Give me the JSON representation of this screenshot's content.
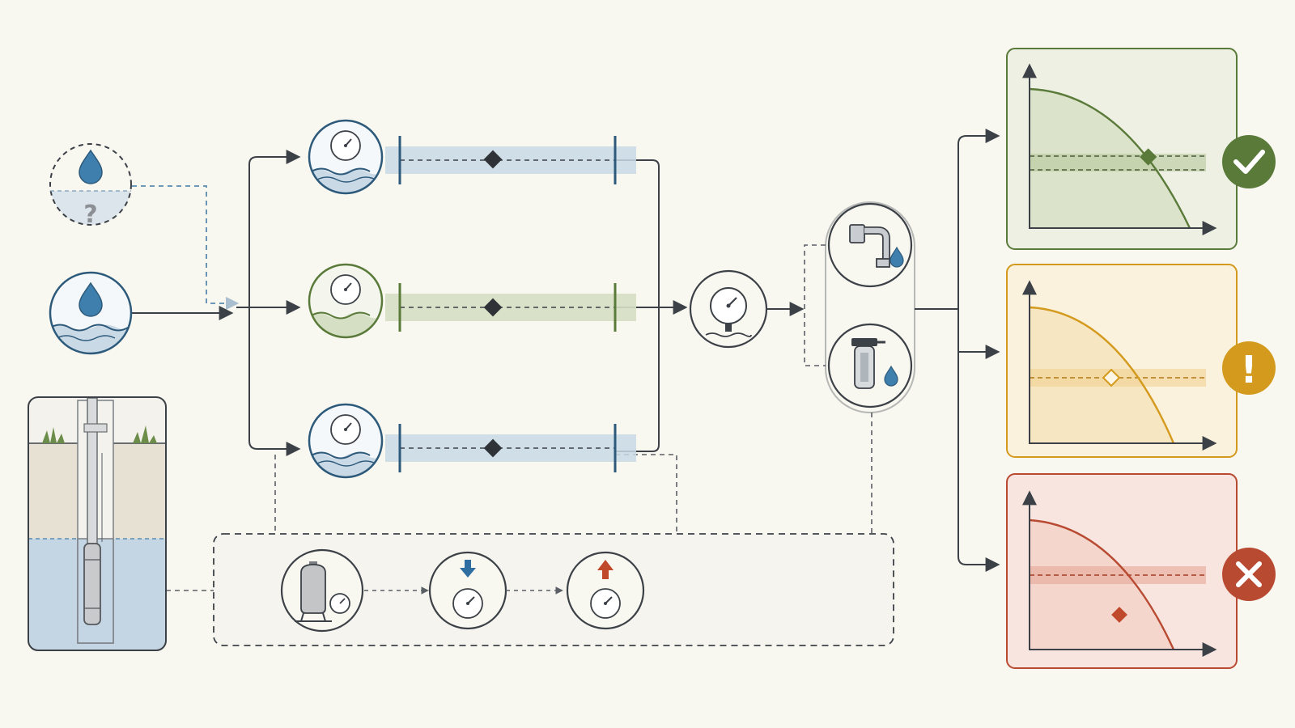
{
  "colors": {
    "background": "#f8f7f0",
    "line": "#3c4147",
    "dashed": "#5a5f66",
    "blue": "#2d5a7b",
    "blue_band": "#c9d9e6",
    "green": "#5a7a3a",
    "green_band": "#d5dfc3",
    "amber": "#d39a1d",
    "amber_band": "#f4dfb4",
    "red": "#b84a32",
    "red_band": "#efc4b9",
    "water": "#b9cfdd"
  },
  "sources": [
    {
      "id": "unknown-water-level",
      "icon": "water-drop-question-icon",
      "glyph": "?",
      "state": "unknown"
    },
    {
      "id": "static-water-level",
      "icon": "water-drop-icon",
      "state": "known"
    },
    {
      "id": "well-cross-section",
      "icon": "submersible-pump-well-icon"
    }
  ],
  "pressure_ranges": [
    {
      "id": "range-upper",
      "color": "blue",
      "icon": "pressure-gauge-water-icon"
    },
    {
      "id": "range-middle",
      "color": "green",
      "icon": "pressure-gauge-water-icon"
    },
    {
      "id": "range-lower",
      "color": "blue",
      "icon": "pressure-gauge-water-icon"
    }
  ],
  "system_pressure": {
    "icon": "pressure-gauge-icon"
  },
  "fixtures": [
    {
      "id": "faucet",
      "icon": "faucet-icon"
    },
    {
      "id": "water-filter",
      "icon": "water-filter-icon"
    }
  ],
  "tank_sequence": [
    {
      "id": "pressure-tank",
      "icon": "pressure-tank-gauge-icon"
    },
    {
      "id": "cut-in-pressure",
      "icon": "gauge-arrow-down-icon",
      "arrow": "down",
      "color": "blue"
    },
    {
      "id": "cut-out-pressure",
      "icon": "gauge-arrow-up-icon",
      "arrow": "up",
      "color": "red"
    }
  ],
  "outcomes": [
    {
      "id": "outcome-pass",
      "status": "pass",
      "status_icon": "checkmark-icon",
      "status_glyph": "",
      "color": "green",
      "operating_point": "on-curve"
    },
    {
      "id": "outcome-warning",
      "status": "warning",
      "status_icon": "exclamation-icon",
      "status_glyph": "!",
      "color": "amber",
      "operating_point": "on-curve"
    },
    {
      "id": "outcome-fail",
      "status": "fail",
      "status_icon": "x-mark-icon",
      "status_glyph": "",
      "color": "red",
      "operating_point": "below-curve"
    }
  ]
}
